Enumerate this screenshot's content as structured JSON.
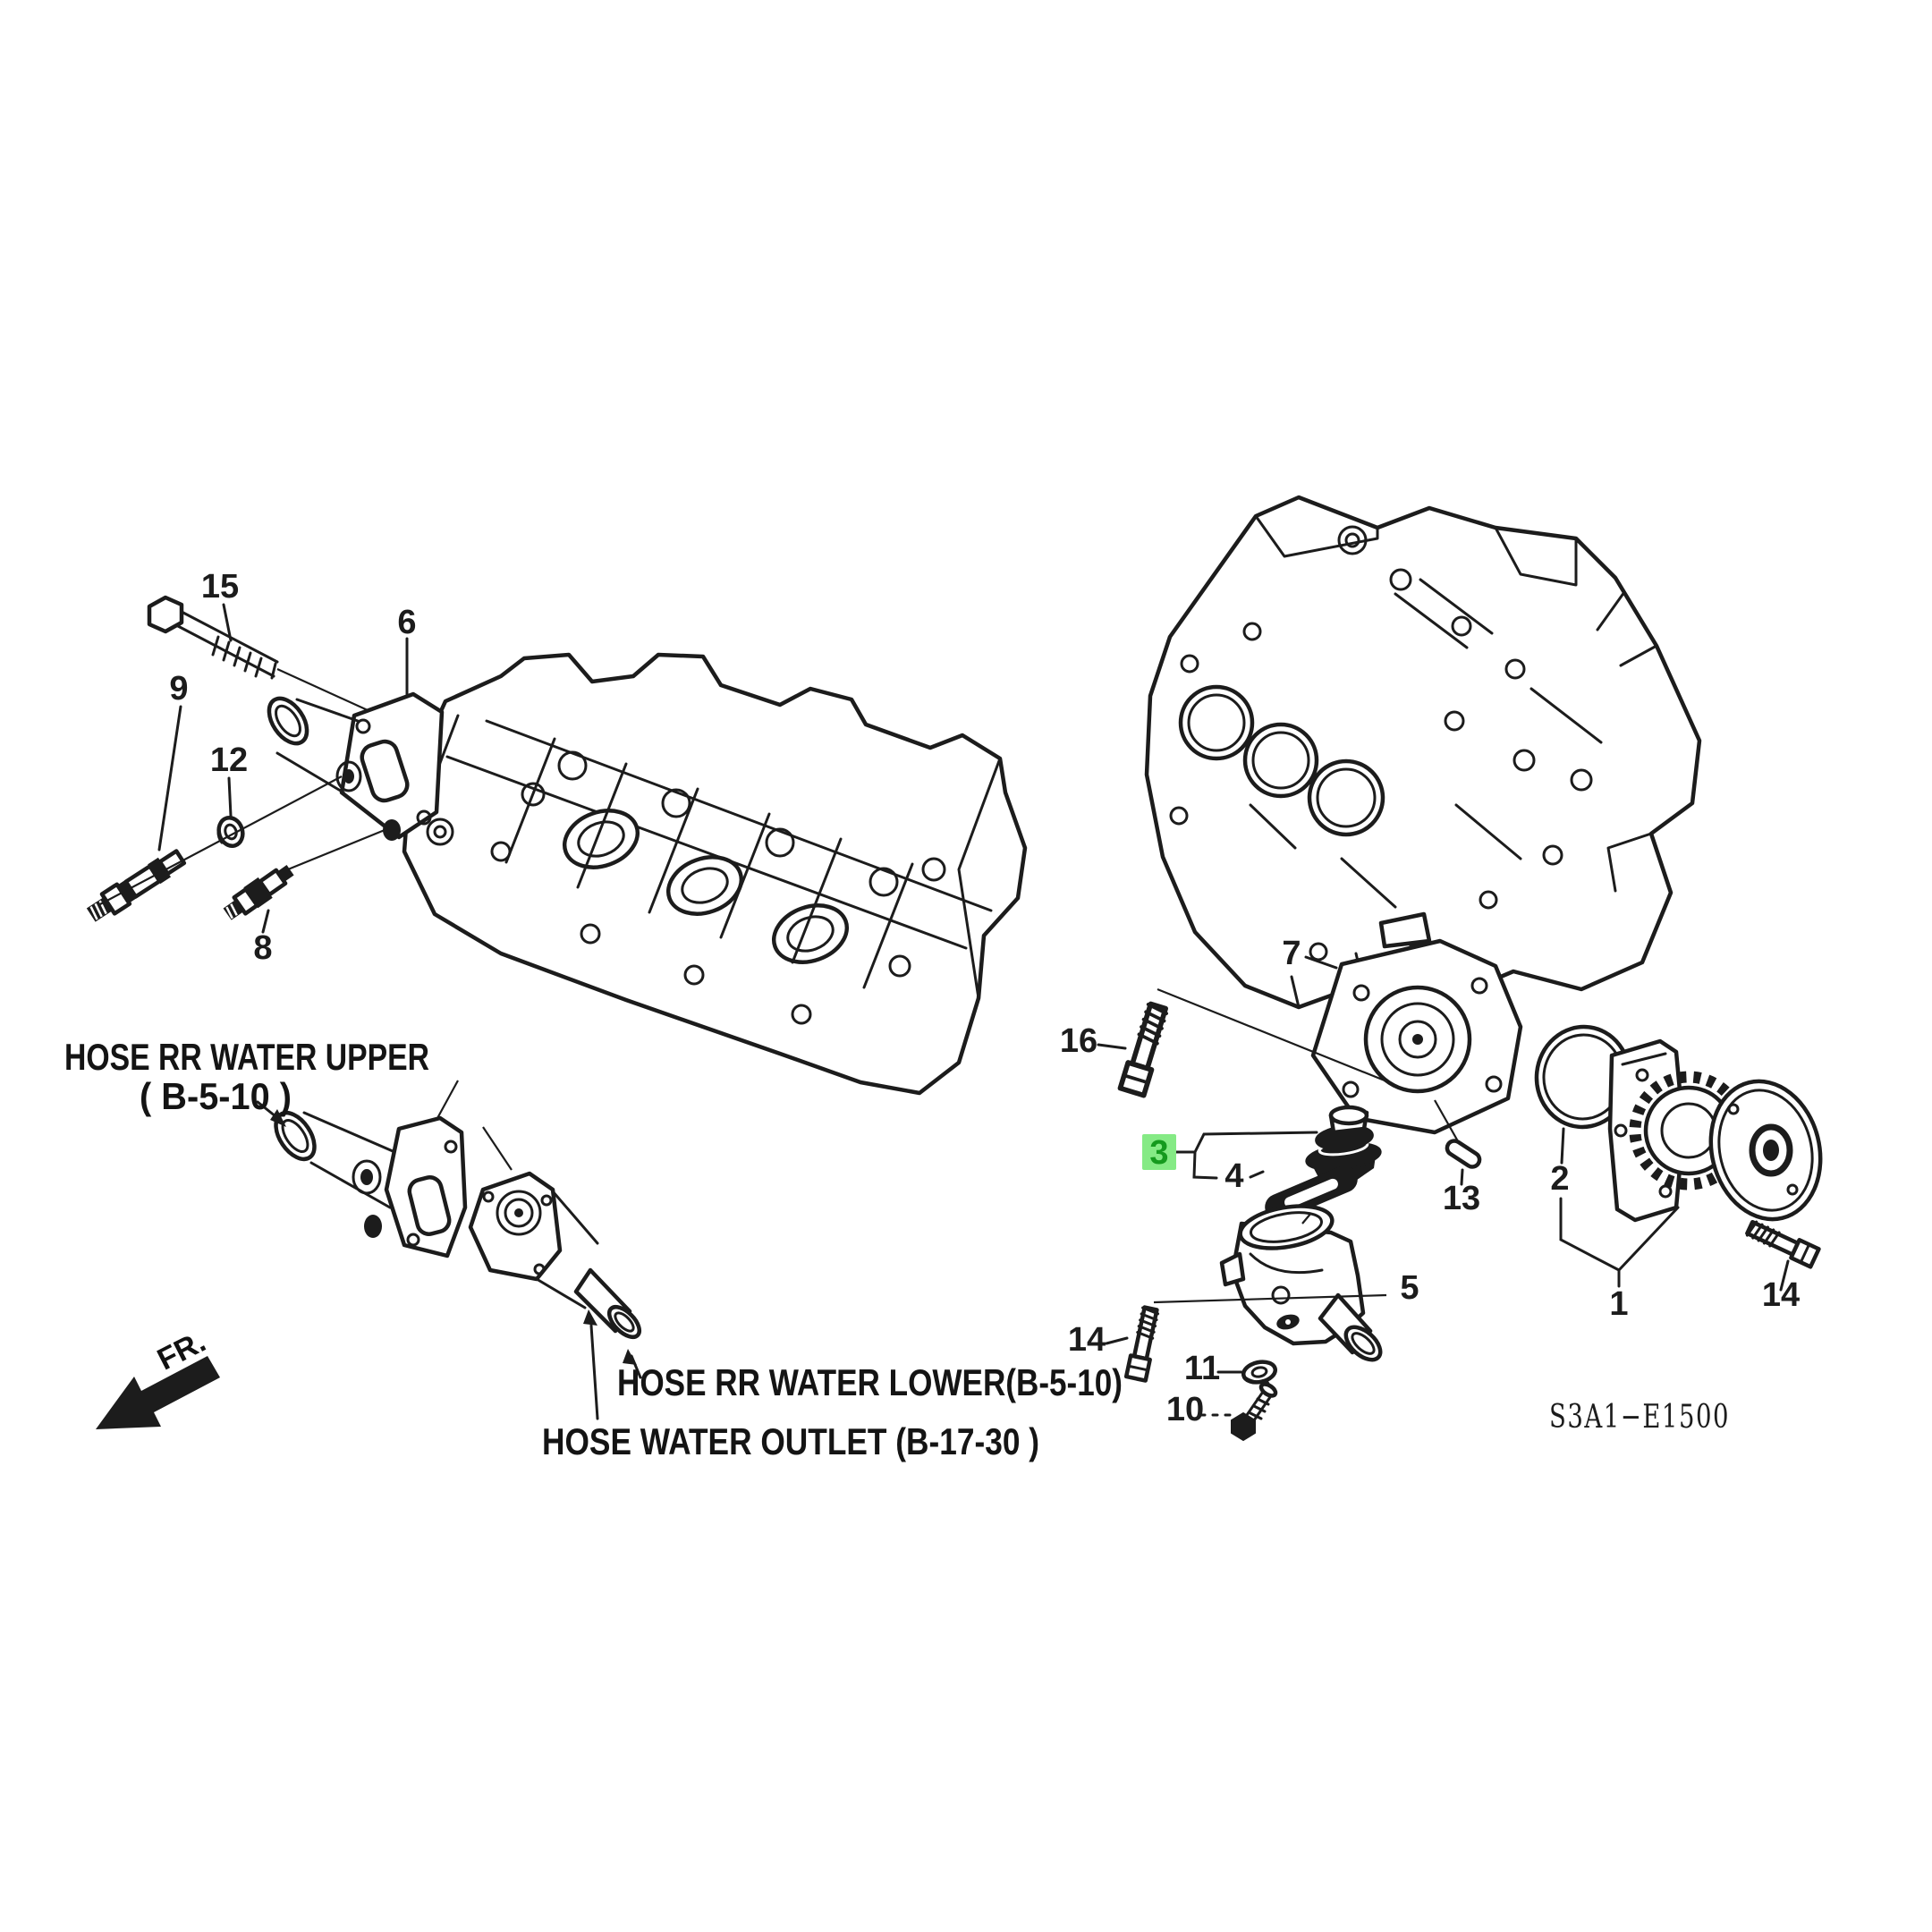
{
  "colors": {
    "ink": "#1c1c1c",
    "paper": "#ffffff",
    "highlight_bg": "#85ea85",
    "highlight_fg": "#159a1e"
  },
  "code": "S3A1−E1500",
  "fr_label": "FR.",
  "highlighted_callout": "3",
  "notes": {
    "upper_line1": "HOSE RR WATER UPPER",
    "upper_line2": "( B-5-10 )",
    "lower": "HOSE RR WATER LOWER(B-5-10)",
    "outlet": "HOSE WATER OUTLET (B-17-30 )"
  },
  "callouts": [
    "15",
    "9",
    "12",
    "6",
    "8",
    "16",
    "7",
    "3",
    "4",
    "13",
    "2",
    "1",
    "14",
    "5",
    "14",
    "11",
    "10"
  ]
}
